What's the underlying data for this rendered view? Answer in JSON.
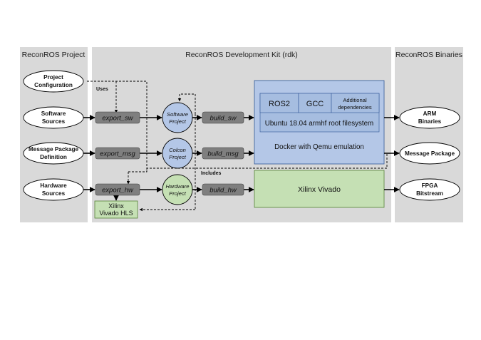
{
  "columns": {
    "project": "ReconROS Project",
    "rdk": "ReconROS Development Kit (rdk)",
    "binaries": "ReconROS Binaries"
  },
  "inputs": {
    "project_config": [
      "Project",
      "Configuration"
    ],
    "software_sources": [
      "Software",
      "Sources"
    ],
    "message_package_def": [
      "Message Package",
      "Definition"
    ],
    "hardware_sources": [
      "Hardware",
      "Sources"
    ]
  },
  "commands": {
    "export_sw": "export_sw",
    "export_msg": "export_msg",
    "export_hw": "export_hw",
    "build_sw": "build_sw",
    "build_msg": "build_msg",
    "build_hw": "build_hw"
  },
  "projects": {
    "software": [
      "Software",
      "Project"
    ],
    "colcon": [
      "Colcon",
      "Project"
    ],
    "hardware": [
      "Hardware",
      "Project"
    ]
  },
  "docker": {
    "ros2": "ROS2",
    "gcc": "GCC",
    "additional": [
      "Additional",
      "dependencies"
    ],
    "rootfs": "Ubuntu 18.04 armhf root filesystem",
    "emulation": "Docker with Qemu emulation"
  },
  "xilinx_vivado": "Xilinx Vivado",
  "xilinx_hls": [
    "Xilinx",
    "Vivado HLS"
  ],
  "annotations": {
    "uses": "Uses",
    "includes": "Includes"
  },
  "outputs": {
    "arm_binaries": [
      "ARM",
      "Binaries"
    ],
    "message_package": "Message Package",
    "fpga_bitstream": [
      "FPGA",
      "Bitstream"
    ]
  },
  "colors": {
    "column_bg": "#d9d9d9",
    "docker_fill": "#b4c7e7",
    "docker_inner": "#a6bde0",
    "vivado_fill": "#c5e0b4",
    "project_circle_blue": "#b4c7e7",
    "project_circle_green": "#c5e0b4",
    "command_fill": "#7f7f7f"
  }
}
